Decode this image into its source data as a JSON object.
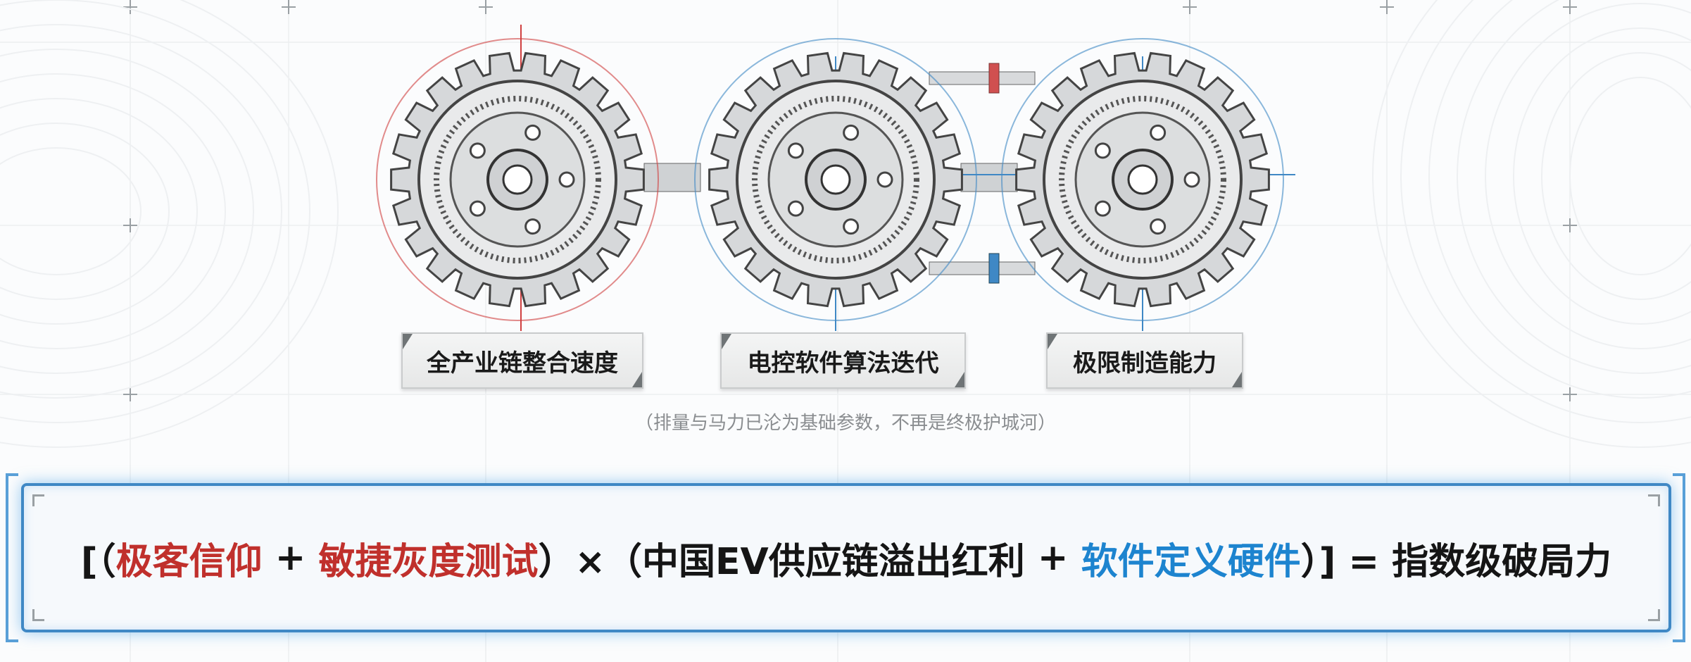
{
  "labels": [
    "全产业链整合速度",
    "电控软件算法迭代",
    "极限制造能力"
  ],
  "note": "（排量与马力已沦为基础参数，不再是终极护城河）",
  "formula": {
    "open": "[（",
    "term1": "极客信仰",
    "plus1": " + ",
    "term2": "敏捷灰度测试",
    "mid": "）×（中国EV供应链溢出红利",
    "plus2": " + ",
    "term3": "软件定义硬件",
    "close": "）] = 指数级破局力"
  },
  "colors": {
    "red": "#c0302c",
    "blue": "#1d84cf",
    "frame": "#3f88c5"
  }
}
